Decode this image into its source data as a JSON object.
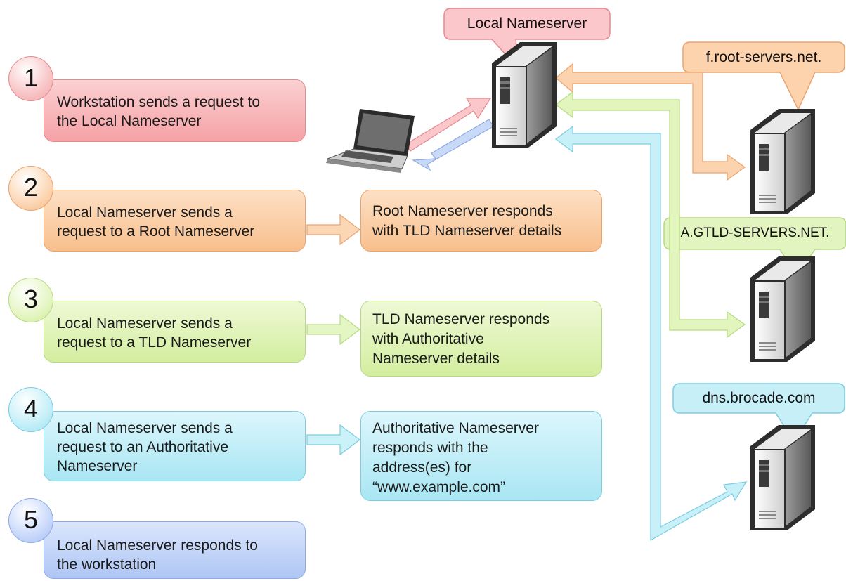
{
  "steps": [
    {
      "number": "1",
      "text_line1": "Workstation sends a request to",
      "text_line2": "the Local Nameserver"
    },
    {
      "number": "2",
      "text_line1": "Local Nameserver sends a",
      "text_line2": "request to a Root Nameserver"
    },
    {
      "number": "3",
      "text_line1": "Local Nameserver sends a",
      "text_line2": "request to a TLD Nameserver"
    },
    {
      "number": "4",
      "text_line1": "Local Nameserver sends a",
      "text_line2": "request to an Authoritative",
      "text_line3": "Nameserver"
    },
    {
      "number": "5",
      "text_line1": "Local Nameserver responds to",
      "text_line2": "the workstation"
    }
  ],
  "responses": [
    {
      "line1": "Root Nameserver responds",
      "line2": "with TLD Nameserver details"
    },
    {
      "line1": "TLD Nameserver responds",
      "line2": "with Authoritative",
      "line3": "Nameserver details"
    },
    {
      "line1": "Authoritative Nameserver",
      "line2": "responds with the",
      "line3": "address(es) for",
      "line4": "“www.example.com”"
    }
  ],
  "labels": {
    "local_nameserver": "Local Nameserver",
    "root_server": "f.root-servers.net.",
    "tld_server": "A.GTLD-SERVERS.NET.",
    "auth_server": "dns.brocade.com"
  },
  "colors": {
    "red": "#f5a2a6",
    "orange": "#f8bf8d",
    "green": "#d3ee9f",
    "cyan": "#a9e6f3",
    "blue": "#aec6f4"
  },
  "icons": [
    "server-icon",
    "laptop-icon"
  ]
}
